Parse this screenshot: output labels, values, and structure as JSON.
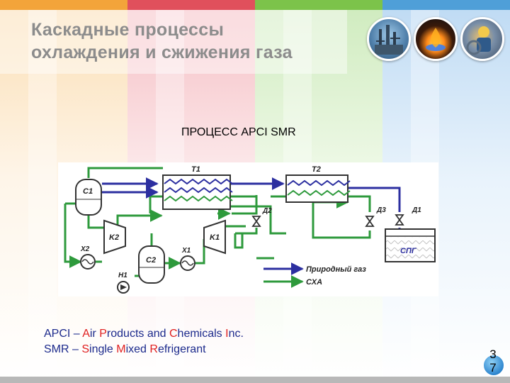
{
  "slide": {
    "title_line1": "Каскадные процессы",
    "title_line2": "охлаждения и сжижения газа",
    "subtitle": "ПРОЦЕСС APCI SMR",
    "page_number": "37"
  },
  "photos": [
    "refinery-photo",
    "gas-flame-photo",
    "worker-valve-photo"
  ],
  "diagram": {
    "labels": {
      "t1": "T1",
      "t2": "T2",
      "c1": "C1",
      "c2": "C2",
      "k1": "K1",
      "k2": "K2",
      "x1": "X1",
      "x2": "X2",
      "h1": "H1",
      "d1": "Д1",
      "d2": "Д2",
      "d3": "Д3",
      "spg": "СПГ"
    },
    "legend": {
      "natural_gas": "Природный газ",
      "refrigerant": "СХА"
    },
    "colors": {
      "natural_gas": "#2c2fa0",
      "refrigerant": "#2e9a3c",
      "equipment": "#333333"
    }
  },
  "notes": {
    "apci": [
      "APCI – ",
      "A",
      "ir ",
      "P",
      "roducts and ",
      "C",
      "hemicals ",
      "I",
      "nc."
    ],
    "smr": [
      "SMR – ",
      "S",
      "ingle ",
      "M",
      "ixed ",
      "R",
      "efrigerant"
    ]
  },
  "theme": {
    "title_color": "#8c8c8c",
    "note_color": "#1c2a8c",
    "highlight_color": "#e02020"
  }
}
